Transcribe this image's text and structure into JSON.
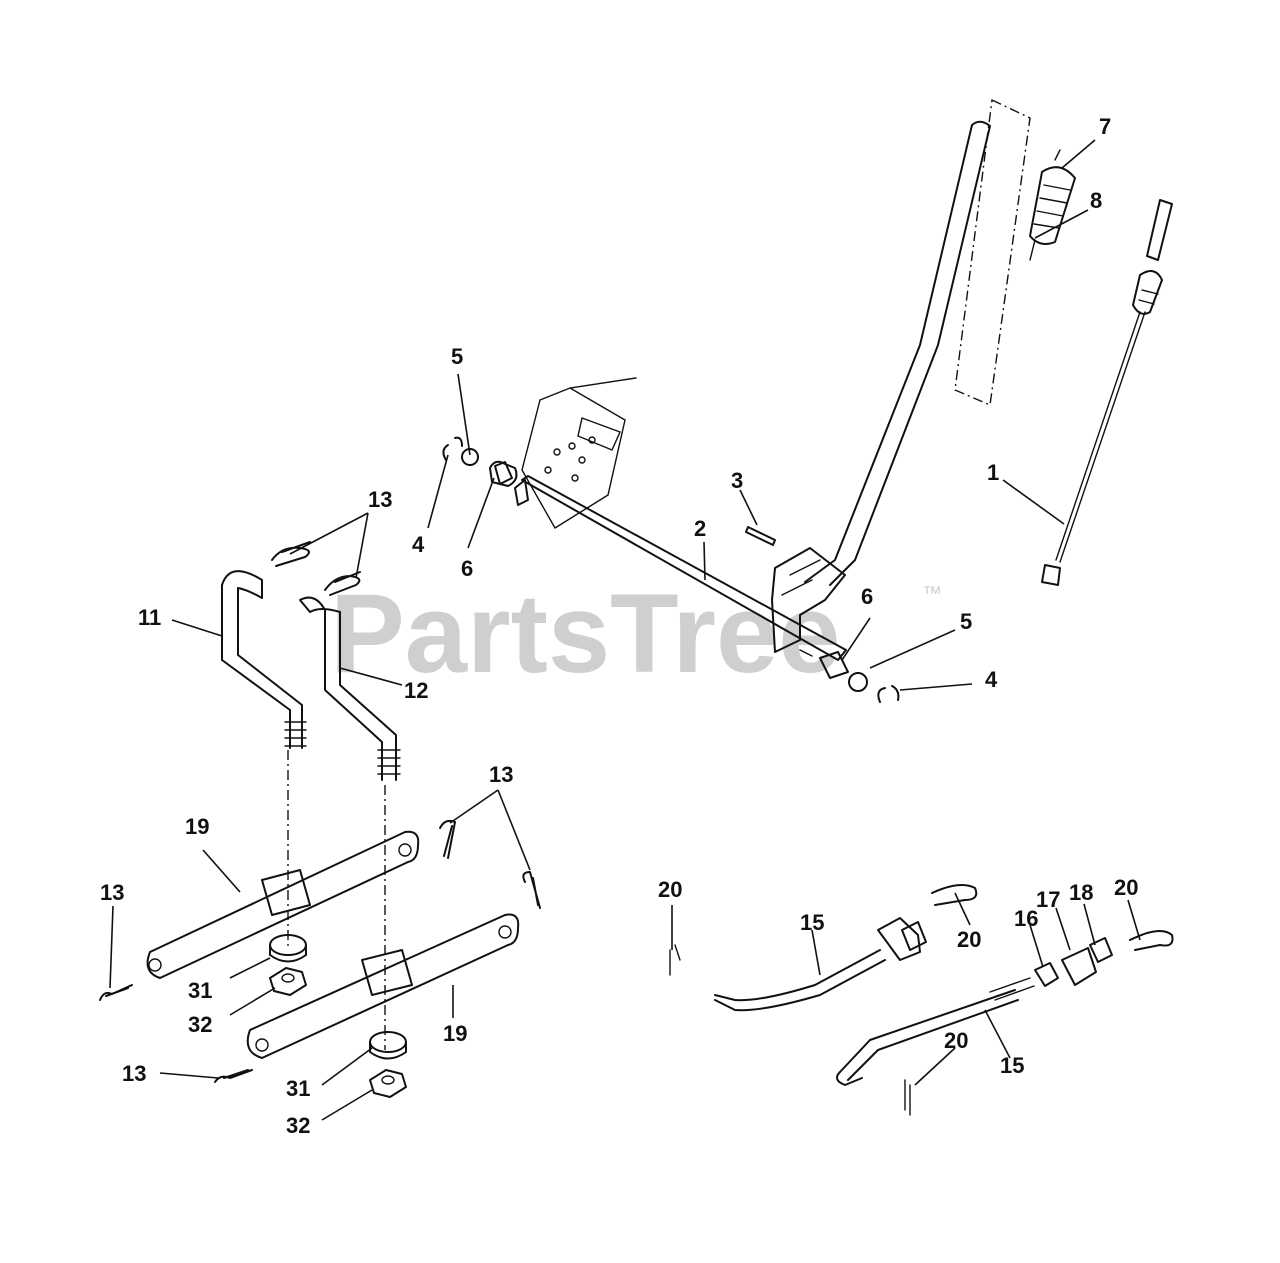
{
  "watermark": {
    "text": "PartsTree",
    "trademark": "™"
  },
  "callouts": {
    "c1": "1",
    "c2": "2",
    "c3": "3",
    "c4a": "4",
    "c4b": "4",
    "c5a": "5",
    "c5b": "5",
    "c6a": "6",
    "c6b": "6",
    "c7": "7",
    "c8": "8",
    "c11": "11",
    "c12": "12",
    "c13a": "13",
    "c13b": "13",
    "c13c": "13",
    "c13d": "13",
    "c15a": "15",
    "c15b": "15",
    "c16": "16",
    "c17": "17",
    "c18": "18",
    "c19a": "19",
    "c19b": "19",
    "c20a": "20",
    "c20b": "20",
    "c20c": "20",
    "c20d": "20",
    "c31a": "31",
    "c31b": "31",
    "c32a": "32",
    "c32b": "32"
  },
  "colors": {
    "line": "#111111",
    "watermark": "#cfcfcf",
    "background": "#ffffff"
  }
}
